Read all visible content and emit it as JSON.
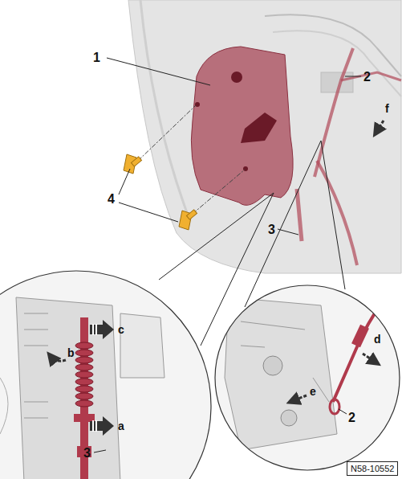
{
  "diagram": {
    "nodes": [
      {
        "text": [
          "N58-10552"
        ]
      }
    ],
    "labels": [
      "1",
      "2",
      "f",
      "4",
      "3",
      "c",
      "b",
      "a",
      "3",
      "d",
      "e",
      "2"
    ]
  }
}
